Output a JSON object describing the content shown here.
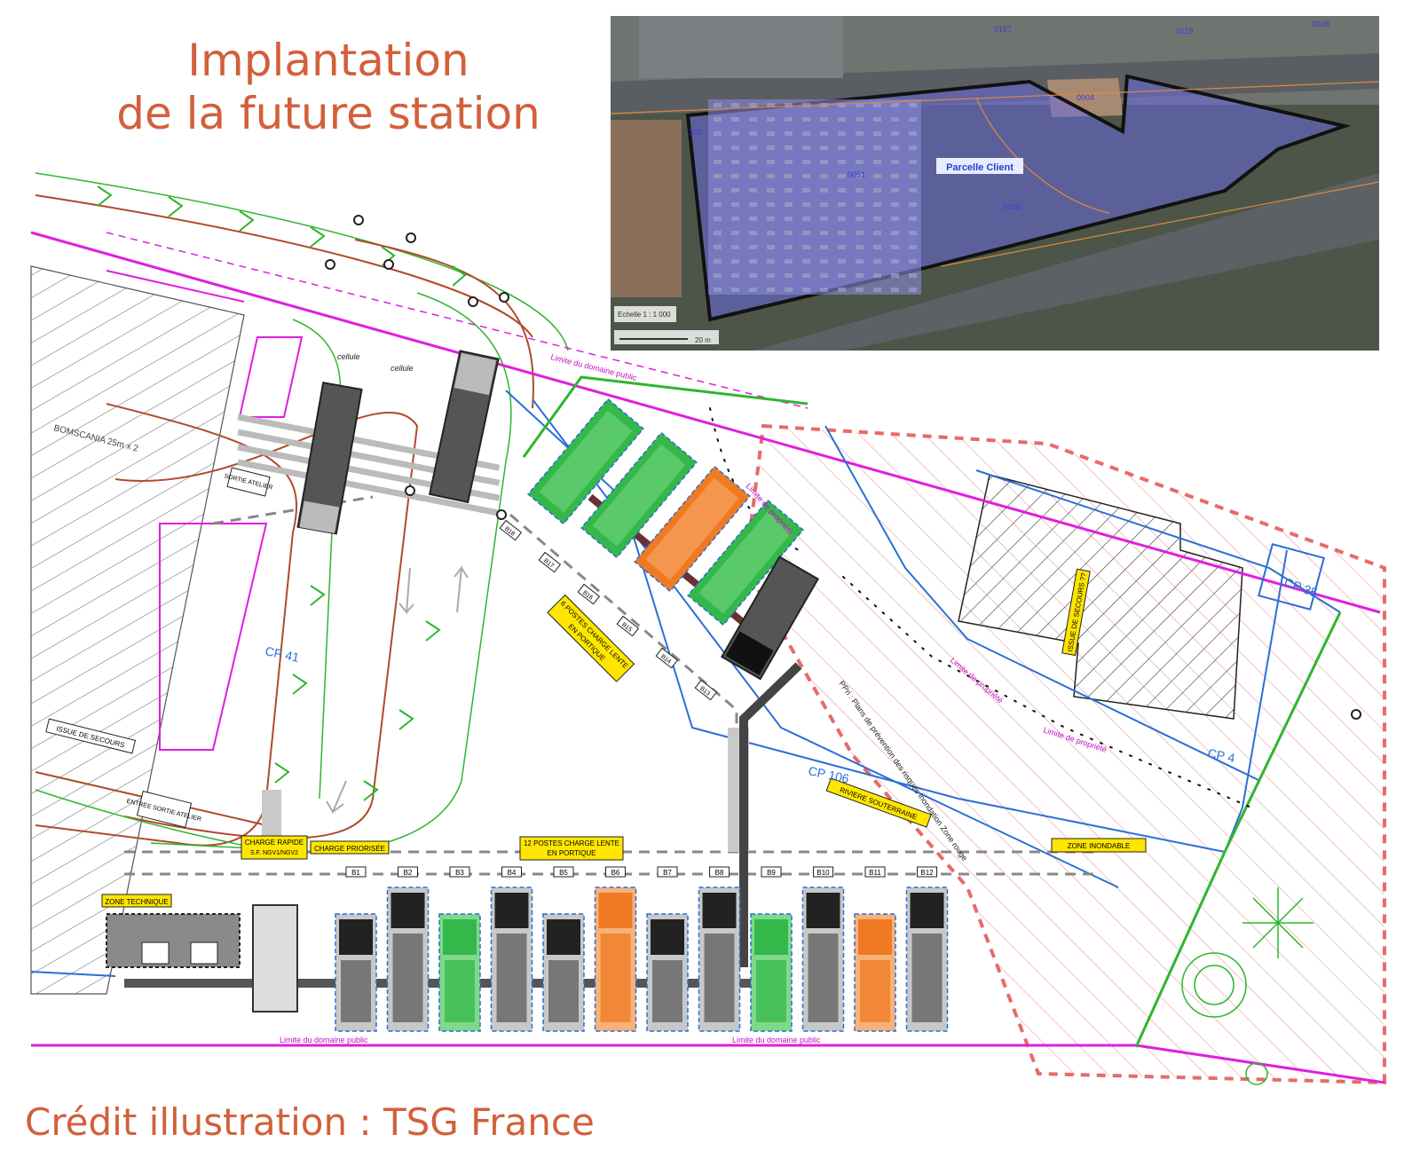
{
  "title": {
    "line1": "Implantation",
    "line2": "de la future station"
  },
  "credit": "Crédit illustration : TSG France",
  "colors": {
    "accent": "#d2603a",
    "boundary": "#e01ee0",
    "green": "#2fb52f",
    "orange": "#f07a22",
    "blue": "#2a6fd6",
    "parcel": "#6a6adf",
    "hatch": "#f0a0a0"
  },
  "aerial": {
    "parcel_label": "Parcelle Client",
    "parcel_ids": [
      "0157",
      "0119",
      "0038",
      "0004",
      "0051",
      "0108",
      "302"
    ],
    "scale_text": "Echelle 1 : 1 000",
    "scale_bar": "20 m"
  },
  "plan": {
    "sortie_atelier": "SORTIE ATELIER",
    "entree_sortie_atelier": "ENTRÉE SORTIE ATELIER",
    "issue_secours": "ISSUE DE SECOURS",
    "issue_secours_2": "ISSUE DE SECOURS ??",
    "cellule": "cellule",
    "zone_technique": "ZONE TECHNIQUE",
    "charge_rapide": "CHARGE RAPIDE",
    "charge_rapide_sub": "S.F. NGV1/NGV2",
    "charge_priorisee": "CHARGE PRIORISÉE",
    "postes_12": "12 POSTES CHARGE LENTE",
    "postes_12_sub": "EN PORTIQUE",
    "postes_6": "6 POSTES CHARGE LENTE",
    "postes_6_sub": "EN PORTIQUE",
    "riviere": "RIVIERE SOUTERRAINE",
    "zone_inondable": "ZONE INONDABLE",
    "cp_41": "CP 41",
    "cp_106": "CP 106",
    "cp_4": "CP 4",
    "cp_35": "CP 35",
    "limite_domaine": "Limite du domaine public",
    "limite_propriete": "Limite de propriété",
    "ppri": "PPri : Plans de prévention des risques inondation Zone rouge",
    "bay_numbers": [
      "B1",
      "B2",
      "B3",
      "B4",
      "B5",
      "B6",
      "B7",
      "B8",
      "B9",
      "B10",
      "B11",
      "B12"
    ],
    "diag_bays": [
      "B18",
      "B17",
      "B16",
      "B15",
      "B14",
      "B13"
    ],
    "bus_color_row": [
      "gray",
      "gray",
      "green",
      "gray",
      "gray",
      "orange",
      "gray",
      "gray",
      "green",
      "gray",
      "orange",
      "gray"
    ],
    "diag_bus_colors": [
      "green",
      "green",
      "orange",
      "green"
    ],
    "bus_note": "BOMSCANIA 25m x 2"
  }
}
